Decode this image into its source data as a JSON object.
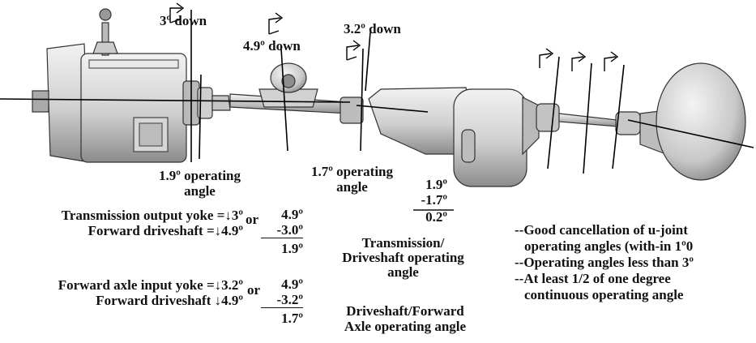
{
  "angle_labels": {
    "trans_down": "3º down",
    "mid_down": "4.9º down",
    "axle_down": "3.2º down",
    "op1": "1.9º operating",
    "op1b": "angle",
    "op2": "1.7º operating",
    "op2b": "angle"
  },
  "calc_center": {
    "l1": "1.9º",
    "l2": "-1.7º",
    "l3": "0.2º"
  },
  "calc_trans": {
    "row1": "Transmission output yoke =↓3º",
    "or": "or",
    "row2": "Forward driveshaft =↓4.9º",
    "v1": "4.9º",
    "v2": "-3.0º",
    "v3": "1.9º",
    "caption1": "Transmission/",
    "caption2": "Driveshaft operating",
    "caption3": "angle"
  },
  "calc_axle": {
    "row1": "Forward axle input yoke =↓3.2º",
    "or": "or",
    "row2": "Forward driveshaft ↓4.9º",
    "v1": "4.9º",
    "v2": "-3.2º",
    "v3": "1.7º",
    "caption1": "Driveshaft/Forward",
    "caption2": "Axle operating angle"
  },
  "notes": [
    "--Good cancellation of u-joint",
    "operating angles (with-in 1º0",
    "--Operating angles less than 3º",
    "--At least 1/2 of one degree",
    "continuous operating angle"
  ],
  "colors": {
    "ink": "#111111",
    "metal_light": "#e6e6e6",
    "metal_mid": "#c4c4c4",
    "metal_dark": "#8a8a8a"
  }
}
